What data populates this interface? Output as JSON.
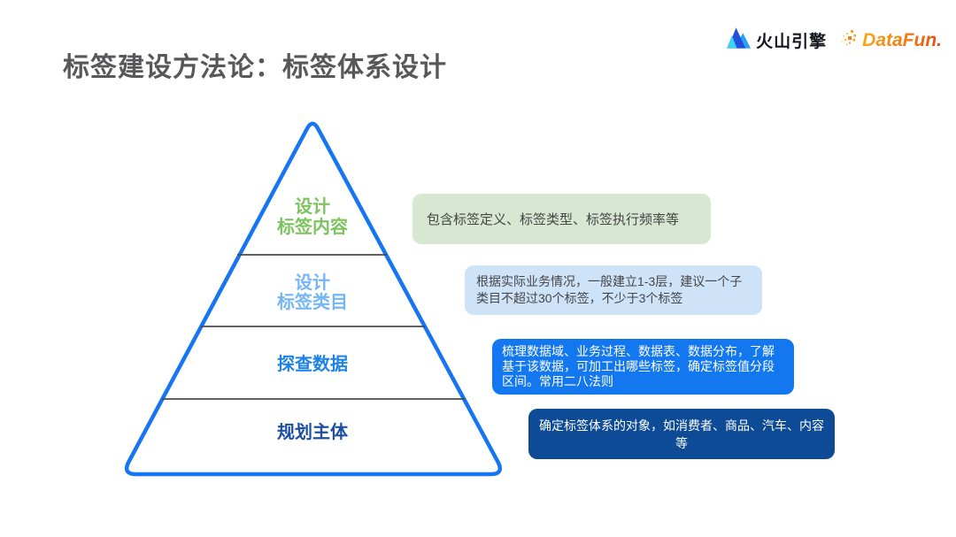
{
  "slide": {
    "title": "标签建设方法论：标签体系设计"
  },
  "header_logos": {
    "volcano_engine": "火山引擎",
    "datafun": "DataFun."
  },
  "pyramid": {
    "levels": [
      {
        "line1": "设计",
        "line2": "标签内容"
      },
      {
        "line1": "设计",
        "line2": "标签类目"
      },
      {
        "line1": "探查数据"
      },
      {
        "line1": "规划主体"
      }
    ]
  },
  "annotations": [
    {
      "text": "包含标签定义、标签类型、标签执行频率等"
    },
    {
      "text": "根据实际业务情况，一般建立1-3层，建议一个子类目不超过30个标签，不少于3个标签"
    },
    {
      "text": "梳理数据域、业务过程、数据表、数据分布，了解基于该数据，可加工出哪些标签，确定标签值分段区间。常用二八法则"
    },
    {
      "text": "确定标签体系的对象，如消费者、商品、汽车、内容等"
    }
  ],
  "colors": {
    "title_text": "#58585a",
    "pyramid_outline": "#1575f2",
    "divider_line": "#4b4b4e",
    "level1_text": "#7cc35f",
    "level2_text": "#73b5f5",
    "level3_text": "#1e83e8",
    "level4_text": "#1c4fa0",
    "annotation1_bg": "#d7e7d1",
    "annotation2_bg": "#cfe3f8",
    "annotation3_bg": "#1377f0",
    "annotation4_bg": "#0e4b97",
    "volcano_text": "#15151f",
    "datafun_gradient_start": "#f7a81b",
    "datafun_gradient_end": "#e8470e"
  }
}
